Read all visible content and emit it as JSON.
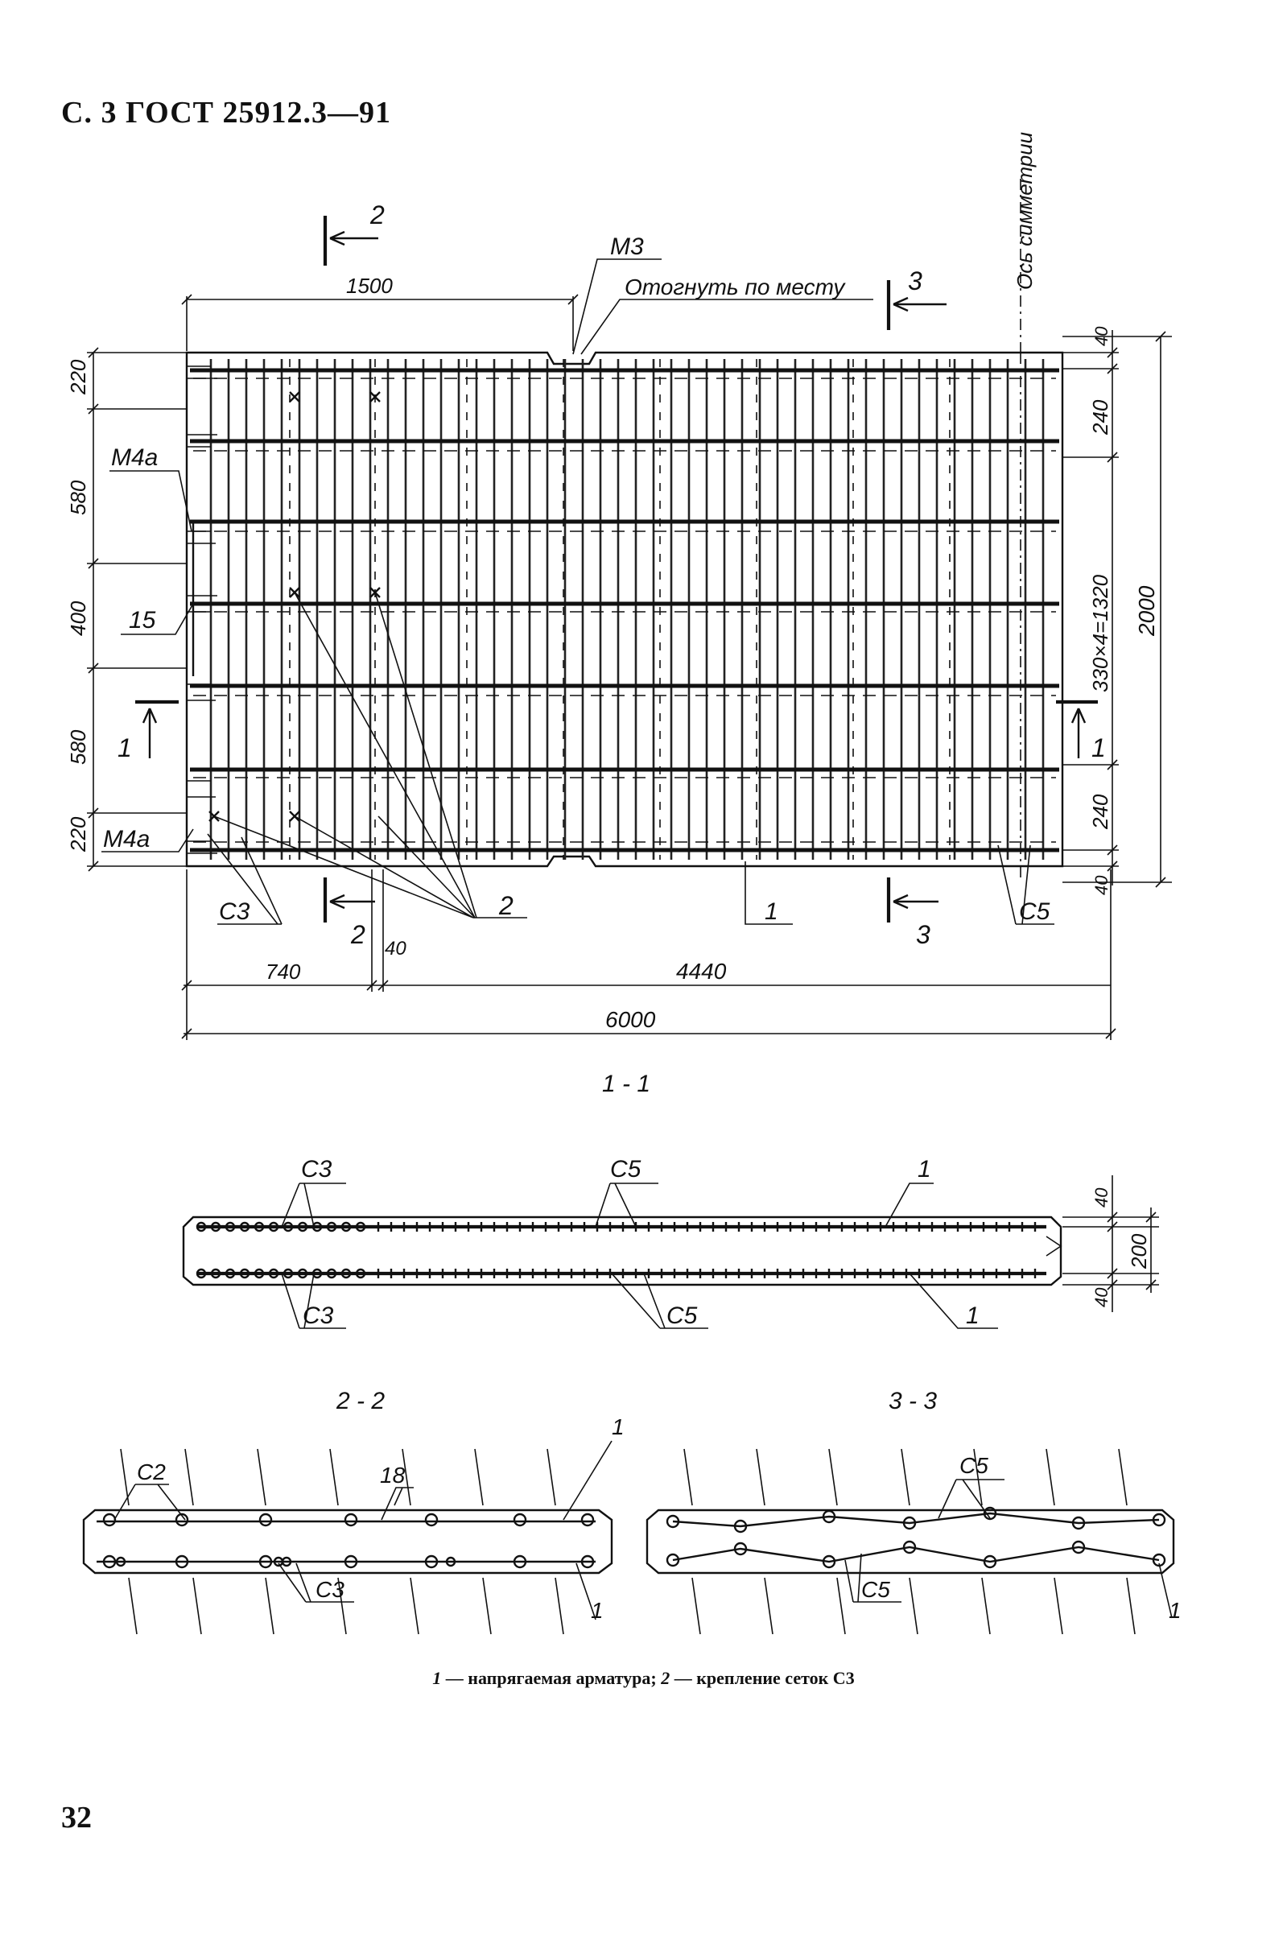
{
  "header": {
    "text": "С. 3 ГОСТ 25912.3—91"
  },
  "page_number": "32",
  "legend": {
    "n1": "1",
    "t1": " — напрягаемая арматура;  ",
    "n2": "2",
    "t2": " — крепление сеток С3"
  },
  "plan": {
    "marks": {
      "m3": "М3",
      "bend_note": "Отогнуть по месту",
      "axis_note": "Ось симметрии",
      "m4a_top": "М4а",
      "m4a_bottom": "М4а",
      "n15": "15",
      "c3": "С3",
      "c5": "С5",
      "n1": "1",
      "n2": "2"
    },
    "section_marks": {
      "s2_top": "2",
      "s3_top": "3",
      "s1_left": "1",
      "s1_right": "1",
      "s2_bottom": "2",
      "s3_bottom": "3"
    },
    "dims": {
      "d1500": "1500",
      "left_220a": "220",
      "left_580a": "580",
      "left_400": "400",
      "left_580b": "580",
      "left_220b": "220",
      "right_40a": "40",
      "right_240a": "240",
      "right_330x4": "330×4=1320",
      "right_240b": "240",
      "right_40b": "40",
      "right_2000": "2000",
      "b_740": "740",
      "b_40": "40",
      "b_4440": "4440",
      "b_6000": "6000"
    }
  },
  "section_1_1": {
    "title": "1 - 1",
    "marks": {
      "c3_top": "С3",
      "c5_top": "С5",
      "n1_top": "1",
      "c3_bot": "С3",
      "c5_bot": "С5",
      "n1_bot": "1"
    },
    "dims": {
      "d40a": "40",
      "d200": "200",
      "d40b": "40"
    }
  },
  "section_2_2": {
    "title": "2 - 2",
    "marks": {
      "c2": "С2",
      "n18": "18",
      "n1_top": "1",
      "c3": "С3",
      "n1_bot": "1"
    }
  },
  "section_3_3": {
    "title": "3 - 3",
    "marks": {
      "c5_top": "С5",
      "c5_bot": "С5",
      "n1": "1"
    }
  }
}
